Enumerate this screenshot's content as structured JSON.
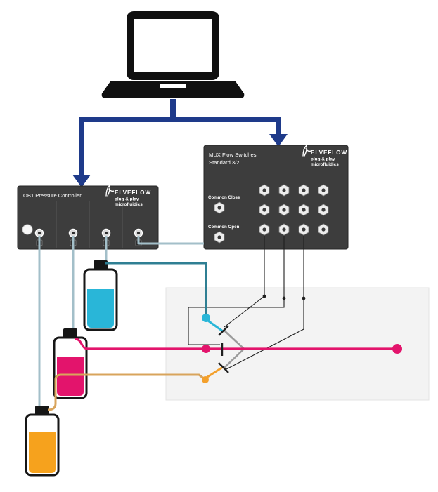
{
  "ob1": {
    "title": "OB1 Pressure Controller",
    "logo": {
      "brand": "ELVEFLOW",
      "tagline1": "plug & play",
      "tagline2": "microfluidics"
    }
  },
  "mux": {
    "title_line1": "MUX Flow Switches",
    "title_line2": "Standard 3/2",
    "logo": {
      "brand": "ELVEFLOW",
      "tagline1": "plug & play",
      "tagline2": "microfluidics"
    },
    "port_labels": {
      "common_close": "Common Close",
      "common_open": "Common Open"
    }
  },
  "colors": {
    "arrow_blue": "#1e3a8a",
    "panel_dark": "#3d3d3d",
    "air_tube_gray_blue": "#a3bfc9",
    "teal_tube": "#2f7f93",
    "cyan": "#29b6d8",
    "magenta": "#e3146c",
    "orange_liquid": "#f6a21d",
    "orange_tube": "#d8a45c",
    "orange_dot": "#f3a02c",
    "chip_bg": "#f3f3f3",
    "channel_gray": "#9b9b9b",
    "control_line": "#1f1f1f"
  }
}
